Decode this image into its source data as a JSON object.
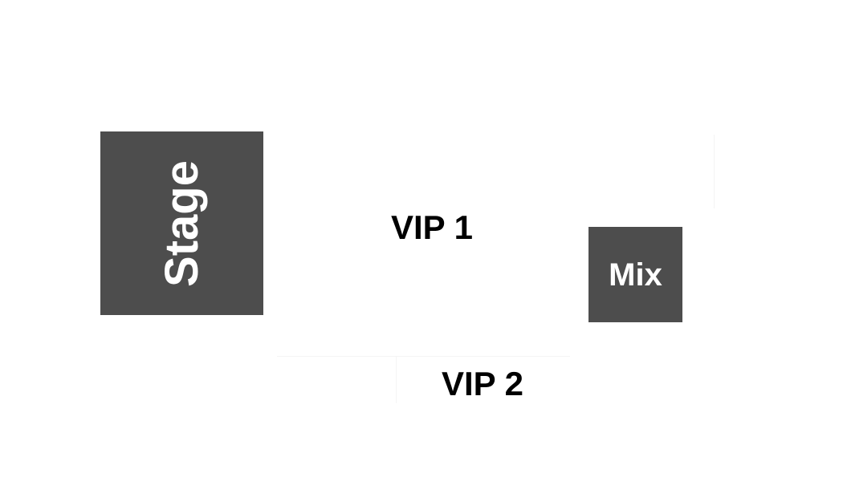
{
  "map": {
    "zones": {
      "stage": {
        "label": "Stage"
      },
      "mix": {
        "label": "Mix"
      },
      "vip1": {
        "label": "VIP 1"
      },
      "vip2": {
        "label": "VIP 2"
      }
    },
    "colors": {
      "background": "#ffffff",
      "block_fill": "#4d4d4d",
      "block_text": "#ffffff",
      "zone_text": "#000000"
    }
  }
}
